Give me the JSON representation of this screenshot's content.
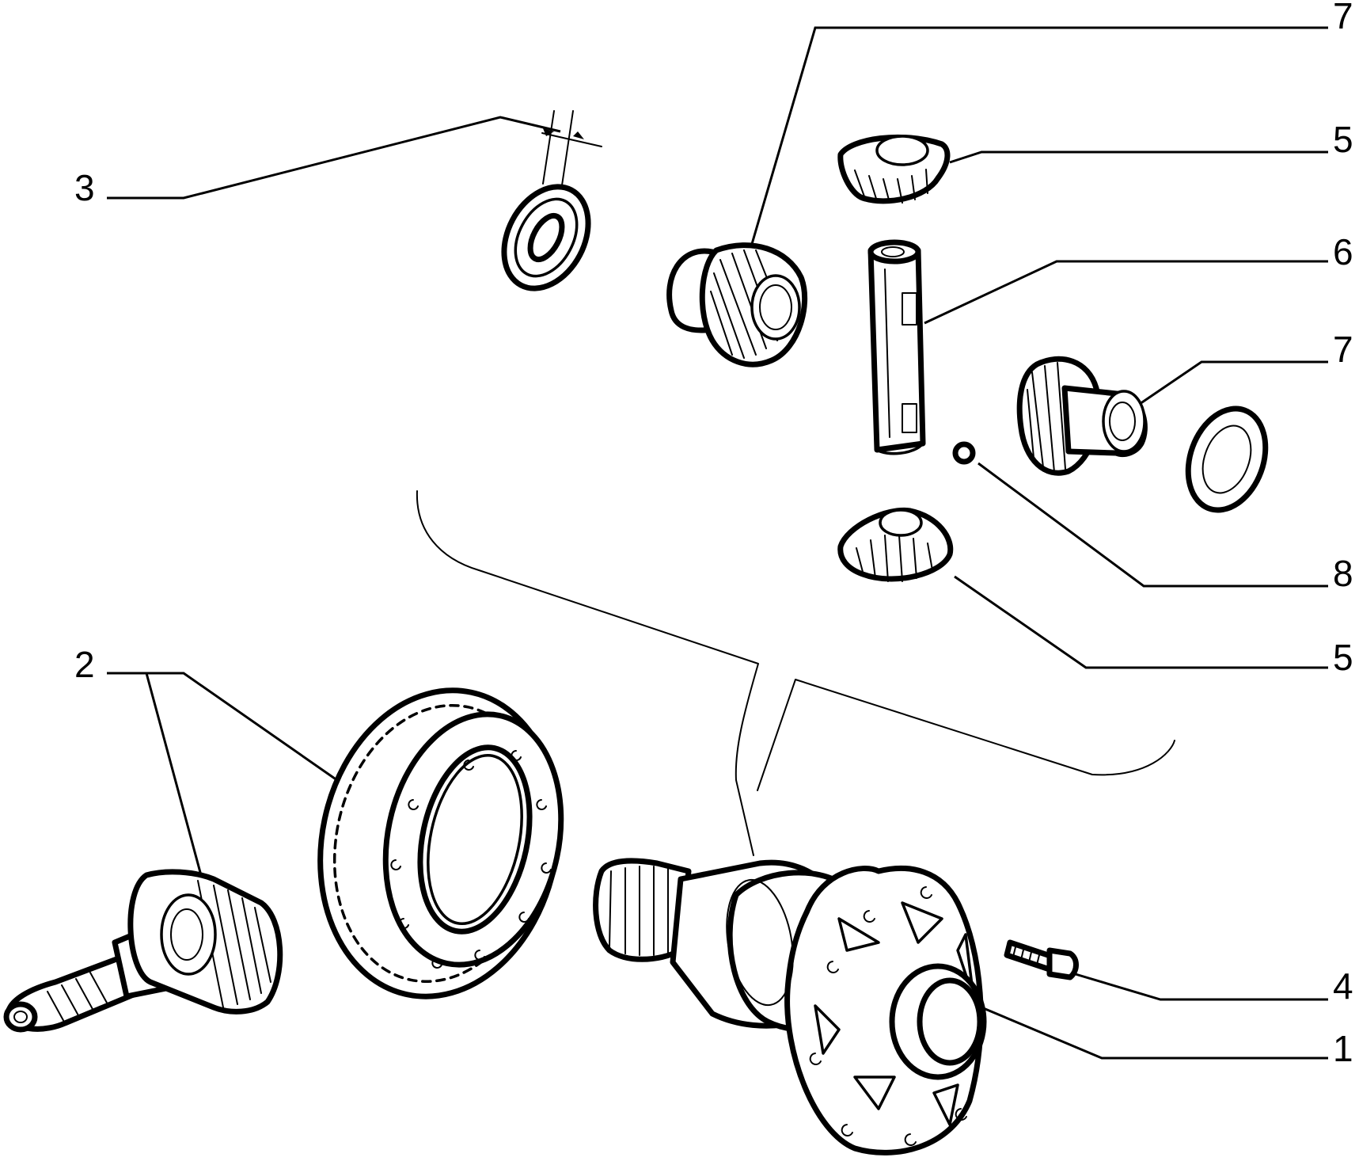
{
  "callouts": {
    "c1": "1",
    "c2": "2",
    "c3": "3",
    "c4": "4",
    "c5_top": "5",
    "c5_bottom": "5",
    "c6": "6",
    "c7_top": "7",
    "c7_mid": "7",
    "c8": "8"
  },
  "colors": {
    "line": "#000000",
    "background": "#ffffff"
  }
}
